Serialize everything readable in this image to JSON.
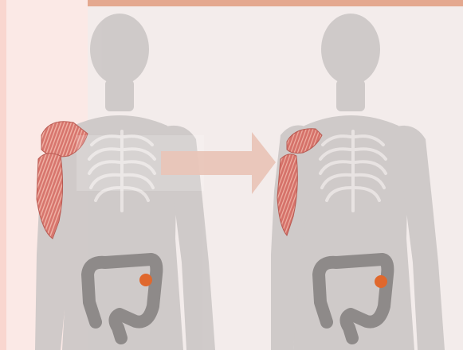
{
  "figure": {
    "panels": [
      {
        "id": "before",
        "muscle_state": "normal"
      },
      {
        "id": "after",
        "muscle_state": "wasted"
      }
    ],
    "colors": {
      "background": "#f3eceb",
      "frame_accent": "#e4a88f",
      "frame_left": "#f9d6cf",
      "left_panel": "#fbe9e6",
      "body": "#c9c5c4",
      "ribs": "#ebe6e5",
      "colon": "#8e8a89",
      "tumor": "#e0682d",
      "muscle_fill": "#d7756d",
      "muscle_stripe": "#f0b3a6",
      "arrow": "#e9c5b8"
    },
    "icons": {
      "arrow": "right-arrow-icon",
      "tumor": "tumor-marker-icon"
    }
  }
}
